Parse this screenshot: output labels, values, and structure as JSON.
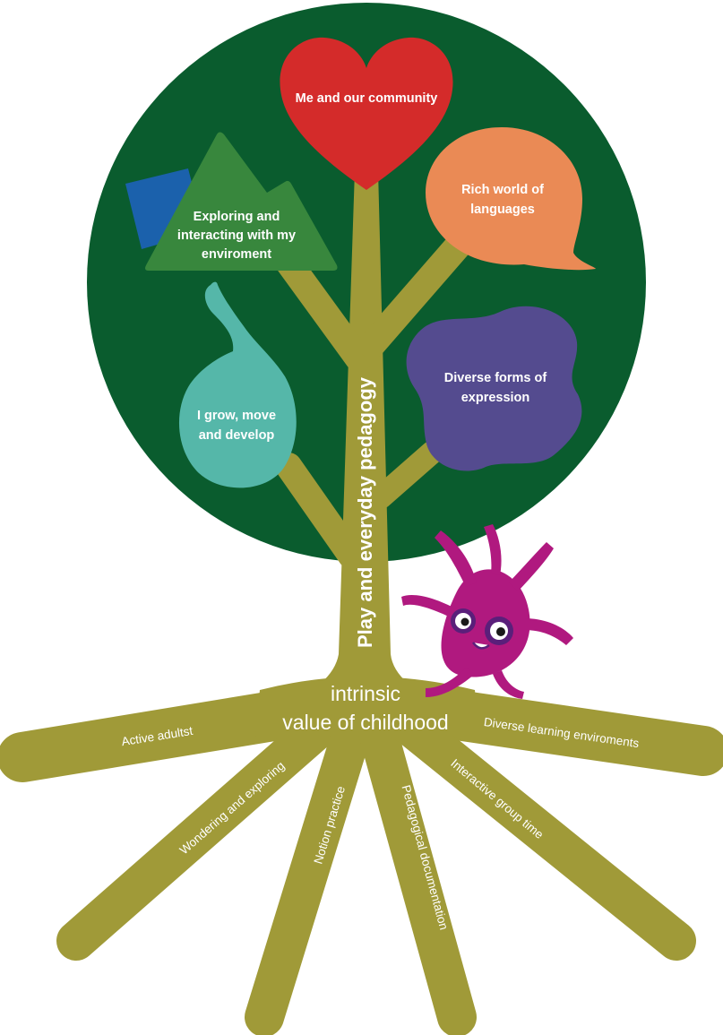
{
  "trunk": {
    "label": "Play and everyday pedagogy"
  },
  "center": {
    "line1": "intrinsic",
    "line2": "value of childhood"
  },
  "leaves": {
    "community": "Me and our community",
    "languages_line1": "Rich world of",
    "languages_line2": "languages",
    "environment_line1": "Exploring and",
    "environment_line2": "interacting with my",
    "environment_line3": "enviroment",
    "grow_line1": "I grow, move",
    "grow_line2": "and develop",
    "expression_line1": "Diverse forms of",
    "expression_line2": "expression"
  },
  "roots": {
    "active_adults": "Active adultst",
    "diverse_environments": "Diverse learning enviroments",
    "wondering": "Wondering and  exploring",
    "notion": "Notion practice",
    "documentation": "Pedagogical documentation",
    "group_time": "Interactive group time"
  },
  "colors": {
    "canopy": "#0a5c2e",
    "trunk": "#a09a38",
    "heart": "#d42b2a",
    "speech_bubble": "#ea8a55",
    "triangle": "#38873d",
    "blue_square": "#1b61ac",
    "droplet": "#55b7a9",
    "blob": "#544b8f",
    "creature": "#b0197f"
  }
}
